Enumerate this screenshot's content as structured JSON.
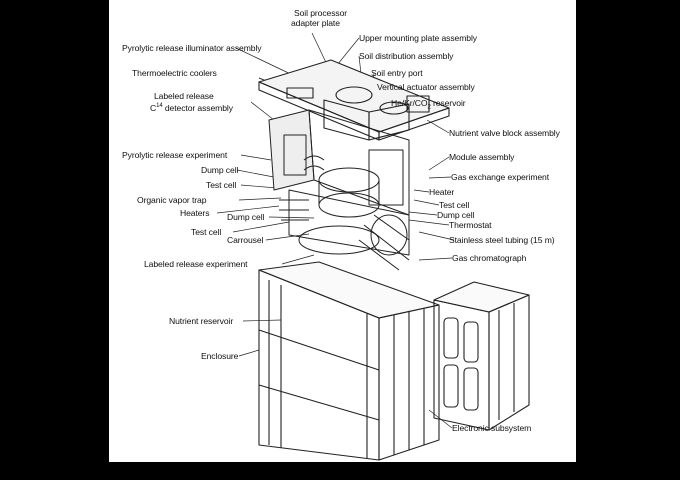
{
  "colors": {
    "background": "#000000",
    "panel": "#ffffff",
    "ink": "#111111"
  },
  "labels": {
    "soil_processor_1": "Soil processor",
    "soil_processor_2": "adapter plate",
    "upper_mounting_plate": "Upper mounting plate assembly",
    "soil_distribution": "Soil distribution assembly",
    "soil_entry_port": "Soil entry port",
    "vertical_actuator": "Vertical actuator assembly",
    "reservoir_pre": "He/Kr/CO",
    "reservoir_sub": "2",
    "reservoir_post": " reservoir",
    "nutrient_valve_block": "Nutrient valve block assembly",
    "module_assembly": "Module assembly",
    "gas_exchange": "Gas exchange experiment",
    "heater": "Heater",
    "test_cell_r": "Test cell",
    "dump_cell_r": "Dump cell",
    "thermostat": "Thermostat",
    "stainless_tubing": "Stainless steel tubing (15 m)",
    "gas_chromatograph": "Gas chromatograph",
    "electronic_subsystem": "Electronic subsystem",
    "pr_illuminator": "Pyrolytic release illuminator assembly",
    "thermoelectric": "Thermoelectric coolers",
    "lr_release": "Labeled release",
    "c14_pre": "C",
    "c14_sup": "14",
    "c14_post": " detector assembly",
    "pr_experiment": "Pyrolytic release experiment",
    "dump_cell_1": "Dump cell",
    "test_cell_1": "Test cell",
    "organic_vapor": "Organic vapor trap",
    "heaters": "Heaters",
    "dump_cell_2": "Dump cell",
    "test_cell_2": "Test cell",
    "carrousel": "Carrousel",
    "lr_experiment": "Labeled release experiment",
    "nutrient_reservoir": "Nutrient reservoir",
    "enclosure": "Enclosure"
  }
}
